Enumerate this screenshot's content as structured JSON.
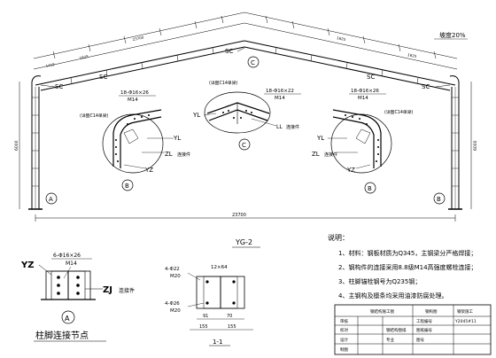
{
  "drawing": {
    "slope_note": "坡度20%",
    "main_frame": {
      "span_dim": "23700",
      "top_dims": [
        "23700",
        "1415",
        "1625",
        "1625",
        "1625"
      ],
      "height_dim": "6000",
      "bracing_label": "SC",
      "axis_left": "A",
      "axis_right": "B",
      "axis_mid": "C"
    },
    "details": {
      "left": {
        "circle": "B",
        "bolts": "18-Φ16×26",
        "bolt_grade": "M14",
        "ref": "(详图C14单梁)",
        "yl": "YL",
        "zl": "ZL",
        "zl_note": "连接件",
        "yz": "YZ"
      },
      "center": {
        "circle": "C",
        "ref": "(详图C14单梁)",
        "bolts": "18-Φ16×22",
        "bolt_grade": "M14",
        "yl": "YL",
        "ll": "LL",
        "ll_note": "连接件"
      },
      "right": {
        "circle": "B",
        "bolts": "18-Φ16×26",
        "bolt_grade": "M14",
        "ref": "(详图C14单梁)",
        "yl": "YL",
        "zl": "ZL",
        "zl_note": "连接件",
        "yz": "YZ"
      }
    },
    "frame_title": "YG-2",
    "column_base": {
      "bolts": "6-Φ16×26",
      "grade": "M14",
      "yz": "YZ",
      "zj": "ZJ",
      "zj_note": "连接件",
      "circle": "A",
      "title": "柱脚连接节点"
    },
    "section_1_1": {
      "top_left": "4-Φ22",
      "top_left_grade": "M20",
      "top_mid": "12×64",
      "bottom_left": "4-Φ26",
      "bottom_left_grade": "M20",
      "dim_91": "91",
      "dim_70": "70",
      "dim_155a": "155",
      "dim_155b": "155",
      "title": "1-1"
    },
    "notes": {
      "heading": "说明：",
      "items": [
        "1、材料：钢板材质为Q345，主钢梁分严格焊接；",
        "2、钢构件的连接采用8.8级M14高强度螺栓连接；",
        "3、柱脚锚栓钢号为Q235钢；",
        "4、主钢构及檩条均采用油漆防腐处理。"
      ]
    },
    "title_block": {
      "r1": "钢结构施工图",
      "r2": "钢构图",
      "r3": "审核",
      "r4": "校对",
      "r5": "设计",
      "r6": "制图",
      "r7": "工程编号",
      "r8": "图纸编号",
      "r9": "钢结构图纸",
      "r10": "专业",
      "r11": "图号",
      "r12": "Y2045#11",
      "r13": "钢架施工"
    }
  }
}
